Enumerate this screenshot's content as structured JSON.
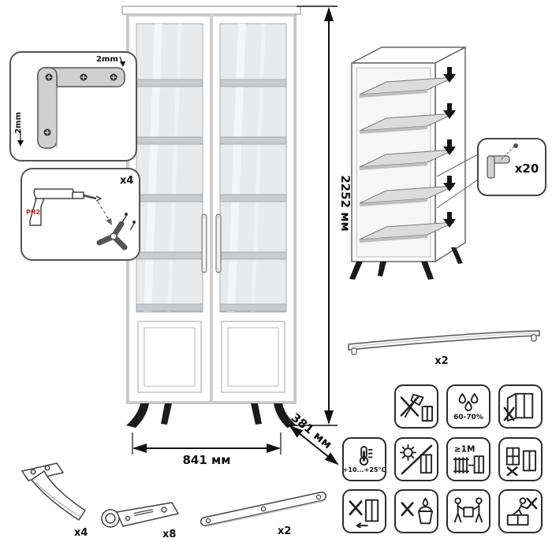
{
  "dimensions": {
    "height": "2252 мм",
    "width": "841 мм",
    "depth": "381 мм"
  },
  "corner_detail": {
    "dim_top": "2mm",
    "dim_side": "2mm"
  },
  "tools": {
    "count": "x4",
    "bit": "PH2"
  },
  "exploded": {
    "fastener_count": "x20"
  },
  "handle": {
    "count": "x2"
  },
  "parts": {
    "leg": {
      "count": "x4"
    },
    "hinge": {
      "count": "x8"
    },
    "strap": {
      "count": "x2"
    }
  },
  "care": {
    "humidity": "60-70%",
    "temperature": "+10...+25°C",
    "heat_distance": "≥1M"
  }
}
